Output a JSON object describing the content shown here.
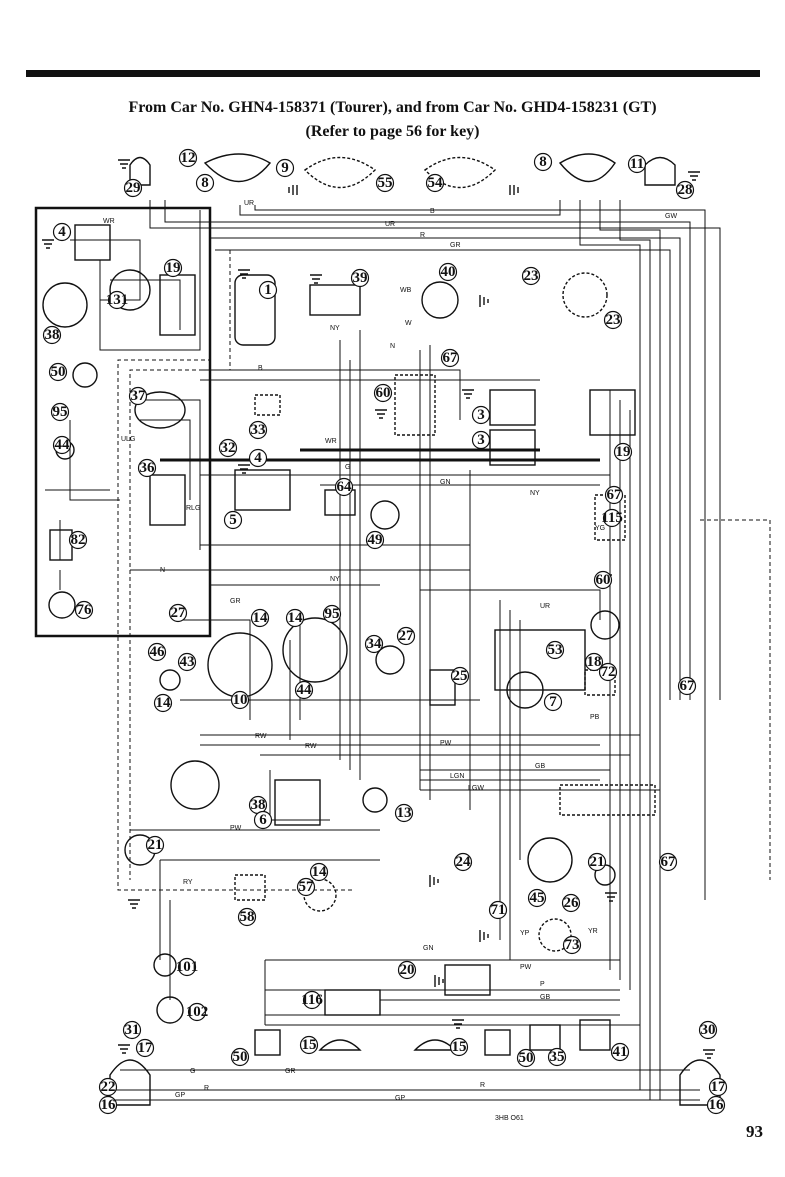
{
  "header": {
    "title": "From Car No. GHN4-158371 (Tourer), and from Car No. GHD4-158231 (GT)",
    "subtitle": "(Refer to page 56 for key)"
  },
  "page_number": "93",
  "drawing_ref": "3HB O61",
  "component_numbers": {
    "c12": "12",
    "c29": "29",
    "c8l": "8",
    "c9": "9",
    "c55": "55",
    "c54": "54",
    "c8r": "8",
    "c11": "11",
    "c28": "28",
    "c4a": "4",
    "c19a": "19",
    "c131": "131",
    "c38a": "38",
    "c50a": "50",
    "c95a": "95",
    "c44a": "44",
    "c82": "82",
    "c76": "76",
    "c1": "1",
    "c39": "39",
    "c40": "40",
    "c23a": "23",
    "c23b": "23",
    "c67a": "67",
    "c60a": "60",
    "c37": "37",
    "c33": "33",
    "c3a": "3",
    "c3b": "3",
    "c32": "32",
    "c36": "36",
    "c4b": "4",
    "c5": "5",
    "c64": "64",
    "c49": "49",
    "c19b": "19",
    "c67b": "67",
    "c115": "115",
    "c60b": "60",
    "c27a": "27",
    "c14a": "14",
    "c14b": "14",
    "c95b": "95",
    "c34": "34",
    "c27b": "27",
    "c46": "46",
    "c43": "43",
    "c14c": "14",
    "c10": "10",
    "c44b": "44",
    "c25": "25",
    "c53": "53",
    "c18": "18",
    "c72": "72",
    "c67c": "67",
    "c7": "7",
    "c38b": "38",
    "c6": "6",
    "c13": "13",
    "c21a": "21",
    "c24": "24",
    "c45": "45",
    "c21b": "21",
    "c67d": "67",
    "c26": "26",
    "c14d": "14",
    "c57": "57",
    "c58": "58",
    "c71": "71",
    "c73": "73",
    "c101": "101",
    "c102": "102",
    "c20": "20",
    "c116": "116",
    "c31": "31",
    "c17a": "17",
    "c50b": "50",
    "c15a": "15",
    "c15b": "15",
    "c50c": "50",
    "c35": "35",
    "c41": "41",
    "c30": "30",
    "c22": "22",
    "c16a": "16",
    "c17b": "17",
    "c16b": "16"
  },
  "wire_codes": {
    "w_UR1": "UR",
    "w_B1": "B",
    "w_UR2": "UR",
    "w_R1": "R",
    "w_GR1": "GR",
    "w_GW1": "GW",
    "w_WR1": "WR",
    "w_WB": "WB",
    "w_NY1": "NY",
    "w_W1": "W",
    "w_N1": "N",
    "w_B2": "B",
    "w_GN": "GN",
    "w_WR2": "WR",
    "w_G1": "G",
    "w_NY2": "NY",
    "w_N2": "N",
    "w_NY3": "NY",
    "w_GR2": "GR",
    "w_UR3": "UR",
    "w_PB": "PB",
    "w_RW1": "RW",
    "w_RW2": "RW",
    "w_PW": "PW",
    "w_LGN": "LGN",
    "w_GB1": "GB",
    "w_LGW": "LGW",
    "w_PW2": "PW",
    "w_RY": "RY",
    "w_GN2": "GN",
    "w_PW3": "PW",
    "w_GB2": "GB",
    "w_P1": "P",
    "w_YP": "YP",
    "w_YR": "YR",
    "w_G2": "G",
    "w_GR3": "GR",
    "w_GP": "GP",
    "w_GP2": "GP",
    "w_R2": "R",
    "w_R3": "R",
    "w_ULG": "ULG",
    "w_RLG": "RLG",
    "w_YG": "YG"
  }
}
